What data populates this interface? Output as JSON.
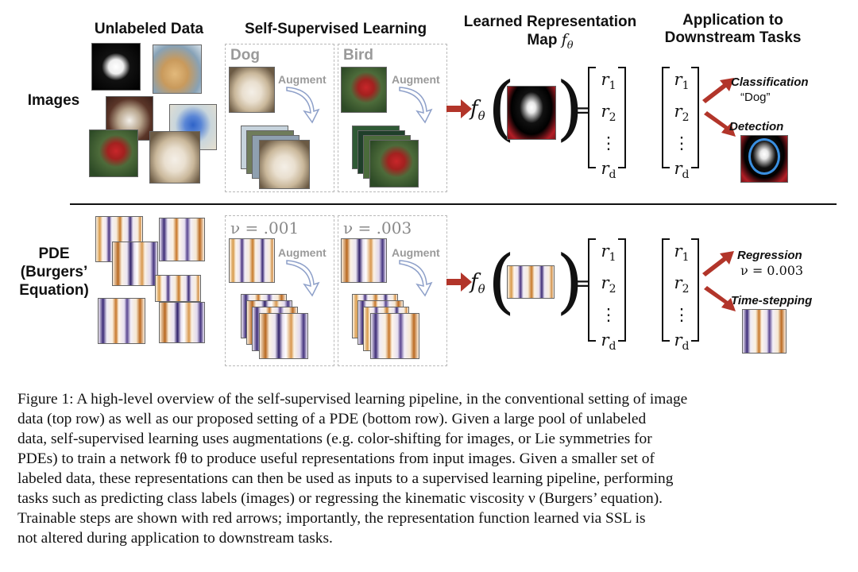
{
  "columns": {
    "unlabeled": "Unlabeled Data",
    "ssl": "Self-Supervised Learning",
    "learned_line1": "Learned Representation",
    "learned_line2": "Map",
    "app_line1": "Application to",
    "app_line2": "Downstream Tasks"
  },
  "rows": {
    "images": "Images",
    "pde_line1": "PDE",
    "pde_line2": "(Burgers’",
    "pde_line3": "Equation)"
  },
  "ssl_panels": {
    "dog": "Dog",
    "bird": "Bird",
    "nu1": "ν = .001",
    "nu2": "ν = .003",
    "augment": "Augment"
  },
  "map": {
    "f": "f",
    "theta": "θ",
    "equals": "=",
    "r": "r",
    "subs": [
      "1",
      "2",
      "d"
    ],
    "dots": "⋮"
  },
  "tasks": {
    "classification": "Classification",
    "class_label": "“Dog”",
    "detection": "Detection",
    "regression": "Regression",
    "regression_value": "ν = 0.003",
    "timestepping": "Time-stepping"
  },
  "caption": {
    "lines": [
      "Figure 1: A high-level overview of the self-supervised learning pipeline, in the conventional setting of image",
      "data (top row) as well as our proposed setting of a PDE (bottom row). Given a large pool of unlabeled",
      "data, self-supervised learning uses augmentations (e.g. color-shifting for images, or Lie symmetries for",
      "PDEs) to train a network fθ to produce useful representations from input images. Given a smaller set of",
      "labeled data, these representations can then be used as inputs to a supervised learning pipeline, performing",
      "tasks such as predicting class labels (images) or regressing the kinematic viscosity ν (Burgers’ equation).",
      "Trainable steps are shown with red arrows; importantly, the representation function learned via SSL is",
      "not altered during application to downstream tasks."
    ]
  },
  "colors": {
    "arrow_red": "#b2352a",
    "panel_title_gray": "#9a9a9a",
    "pde_orange": "#c7772a",
    "pde_purple": "#3c2b75",
    "detection_circle": "#3a8fe0"
  }
}
